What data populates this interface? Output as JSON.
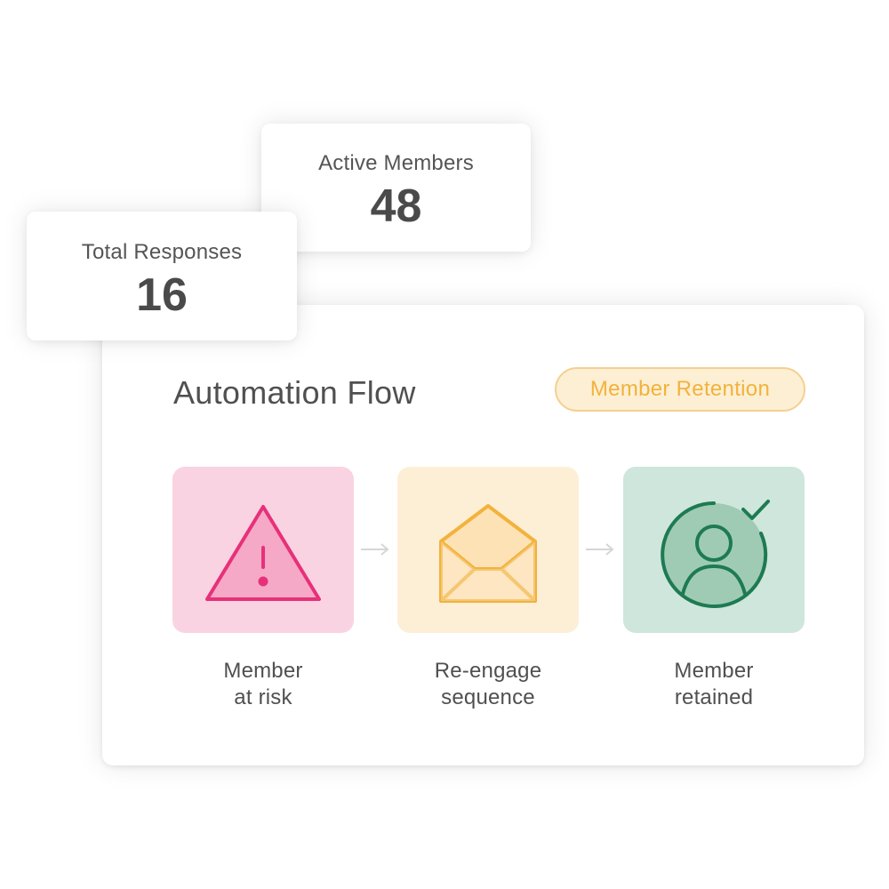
{
  "stats": {
    "total_responses": {
      "label": "Total Responses",
      "value": "16"
    },
    "active_members": {
      "label": "Active Members",
      "value": "48"
    }
  },
  "flow": {
    "title": "Automation Flow",
    "badge": "Member Retention",
    "steps": [
      {
        "icon": "warning-triangle-icon",
        "line1": "Member",
        "line2": "at risk",
        "color": "#e8307a",
        "bg": "#fad3e2"
      },
      {
        "icon": "open-envelope-icon",
        "line1": "Re-engage",
        "line2": "sequence",
        "color": "#f2b23c",
        "bg": "#fdefd6"
      },
      {
        "icon": "user-check-icon",
        "line1": "Member",
        "line2": "retained",
        "color": "#1e7a52",
        "bg": "#cfe6dc"
      }
    ],
    "arrow_icon": "arrow-right-icon"
  }
}
